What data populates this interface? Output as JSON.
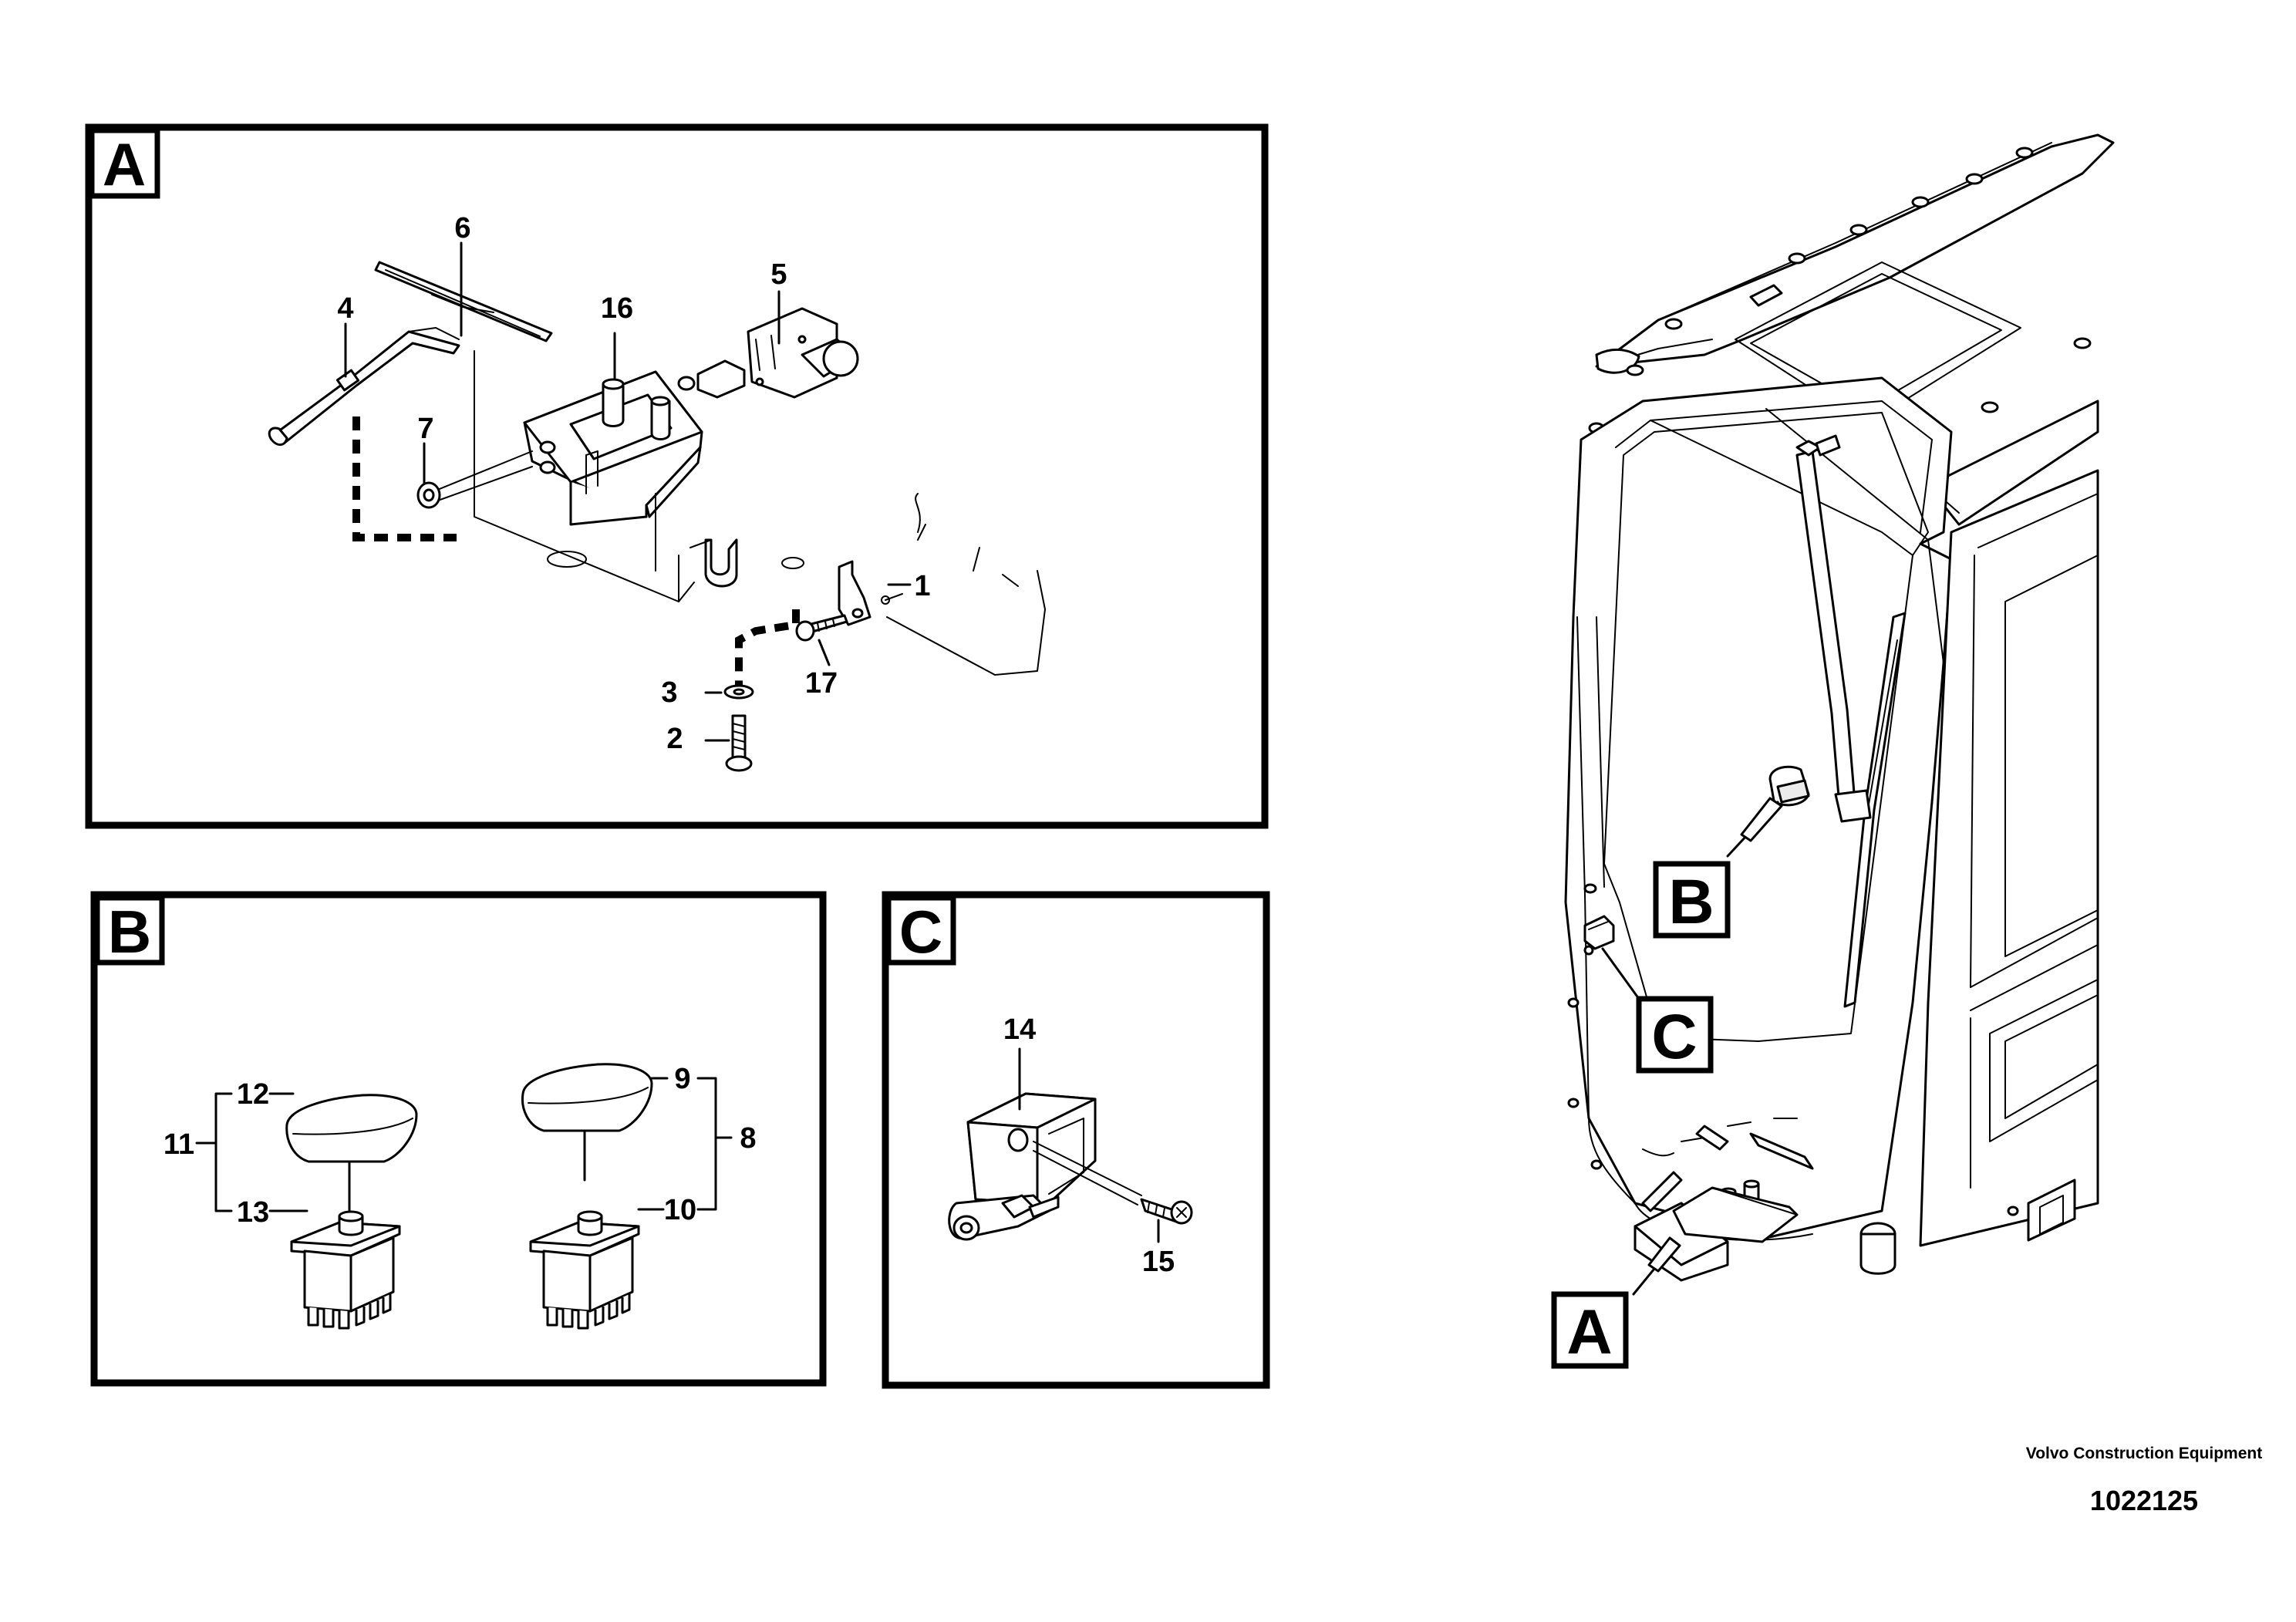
{
  "panels": [
    {
      "id": "A",
      "label": "A"
    },
    {
      "id": "B",
      "label": "B"
    },
    {
      "id": "C",
      "label": "C"
    }
  ],
  "callouts": {
    "b": "B",
    "c": "C",
    "a": "A"
  },
  "part_numbers": {
    "p1": "1",
    "p2": "2",
    "p3": "3",
    "p4": "4",
    "p5": "5",
    "p6": "6",
    "p7": "7",
    "p8": "8",
    "p9": "9",
    "p10": "10",
    "p11": "11",
    "p12": "12",
    "p13": "13",
    "p14": "14",
    "p15": "15",
    "p16": "16",
    "p17": "17"
  },
  "footer": {
    "company": "Volvo Construction Equipment",
    "document_number": "1022125"
  }
}
